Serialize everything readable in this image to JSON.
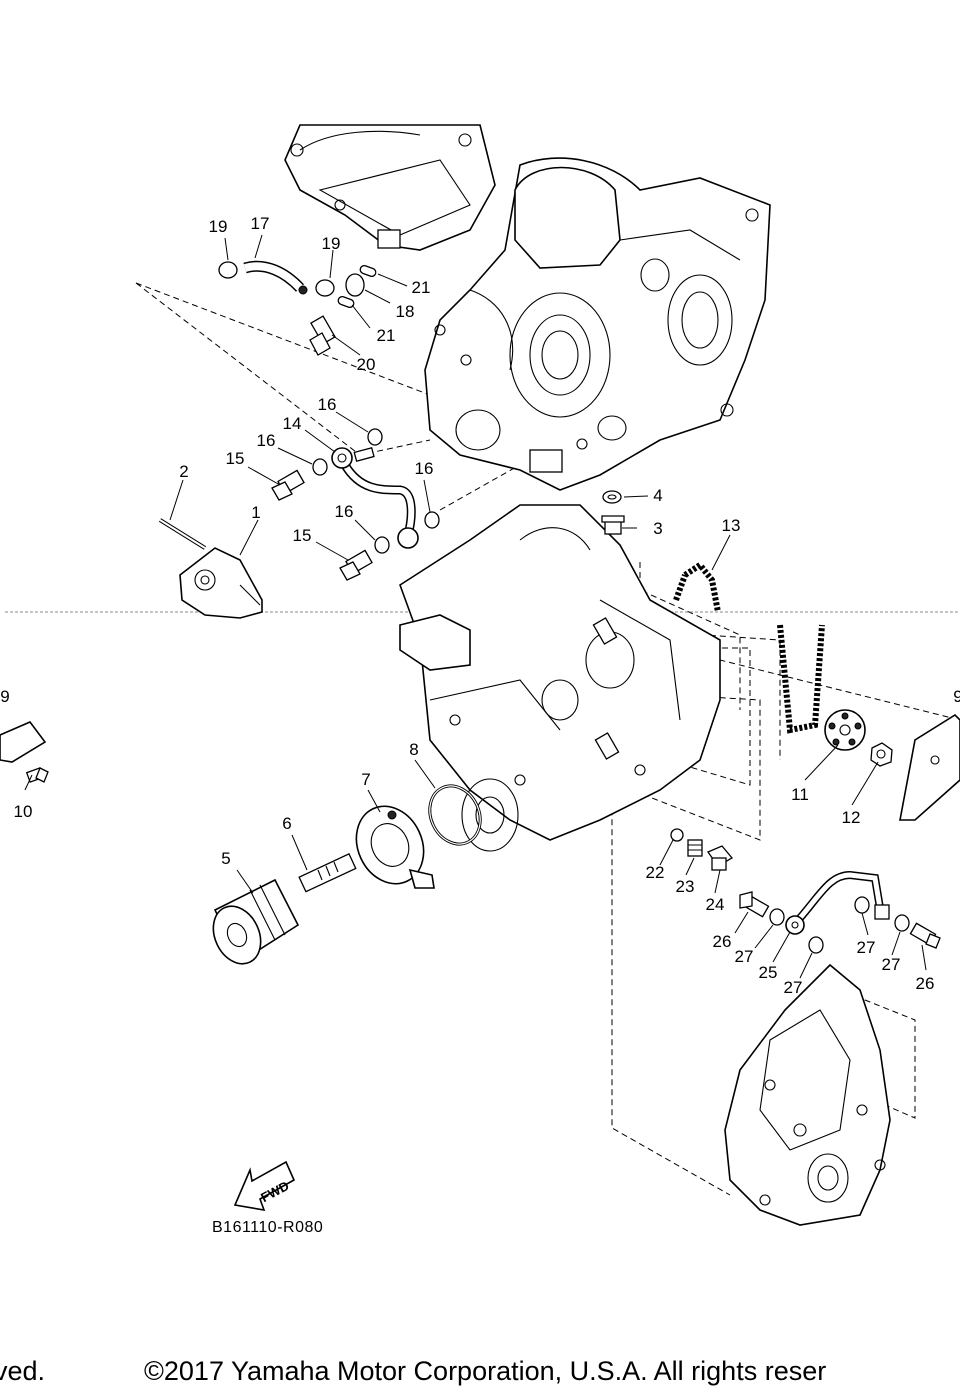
{
  "diagram": {
    "callouts": [
      {
        "id": "c1",
        "text": "1"
      },
      {
        "id": "c2",
        "text": "2"
      },
      {
        "id": "c3",
        "text": "3"
      },
      {
        "id": "c4",
        "text": "4"
      },
      {
        "id": "c5",
        "text": "5"
      },
      {
        "id": "c6",
        "text": "6"
      },
      {
        "id": "c7",
        "text": "7"
      },
      {
        "id": "c8",
        "text": "8"
      },
      {
        "id": "c9a",
        "text": "9"
      },
      {
        "id": "c9b",
        "text": "9"
      },
      {
        "id": "c10",
        "text": "10"
      },
      {
        "id": "c11",
        "text": "11"
      },
      {
        "id": "c12",
        "text": "12"
      },
      {
        "id": "c13",
        "text": "13"
      },
      {
        "id": "c14",
        "text": "14"
      },
      {
        "id": "c15a",
        "text": "15"
      },
      {
        "id": "c15b",
        "text": "15"
      },
      {
        "id": "c16a",
        "text": "16"
      },
      {
        "id": "c16b",
        "text": "16"
      },
      {
        "id": "c16c",
        "text": "16"
      },
      {
        "id": "c16d",
        "text": "16"
      },
      {
        "id": "c17",
        "text": "17"
      },
      {
        "id": "c18",
        "text": "18"
      },
      {
        "id": "c19a",
        "text": "19"
      },
      {
        "id": "c19b",
        "text": "19"
      },
      {
        "id": "c20",
        "text": "20"
      },
      {
        "id": "c21a",
        "text": "21"
      },
      {
        "id": "c21b",
        "text": "21"
      },
      {
        "id": "c22",
        "text": "22"
      },
      {
        "id": "c23",
        "text": "23"
      },
      {
        "id": "c24",
        "text": "24"
      },
      {
        "id": "c25",
        "text": "25"
      },
      {
        "id": "c26a",
        "text": "26"
      },
      {
        "id": "c26b",
        "text": "26"
      },
      {
        "id": "c27a",
        "text": "27"
      },
      {
        "id": "c27b",
        "text": "27"
      },
      {
        "id": "c27c",
        "text": "27"
      },
      {
        "id": "c27d",
        "text": "27"
      }
    ],
    "fwd_label": "FWD",
    "reference_code": "B161110-R080"
  },
  "footer": {
    "left_fragment": "ved.",
    "copyright": "©2017 Yamaha Motor Corporation, U.S.A. All rights reser"
  }
}
